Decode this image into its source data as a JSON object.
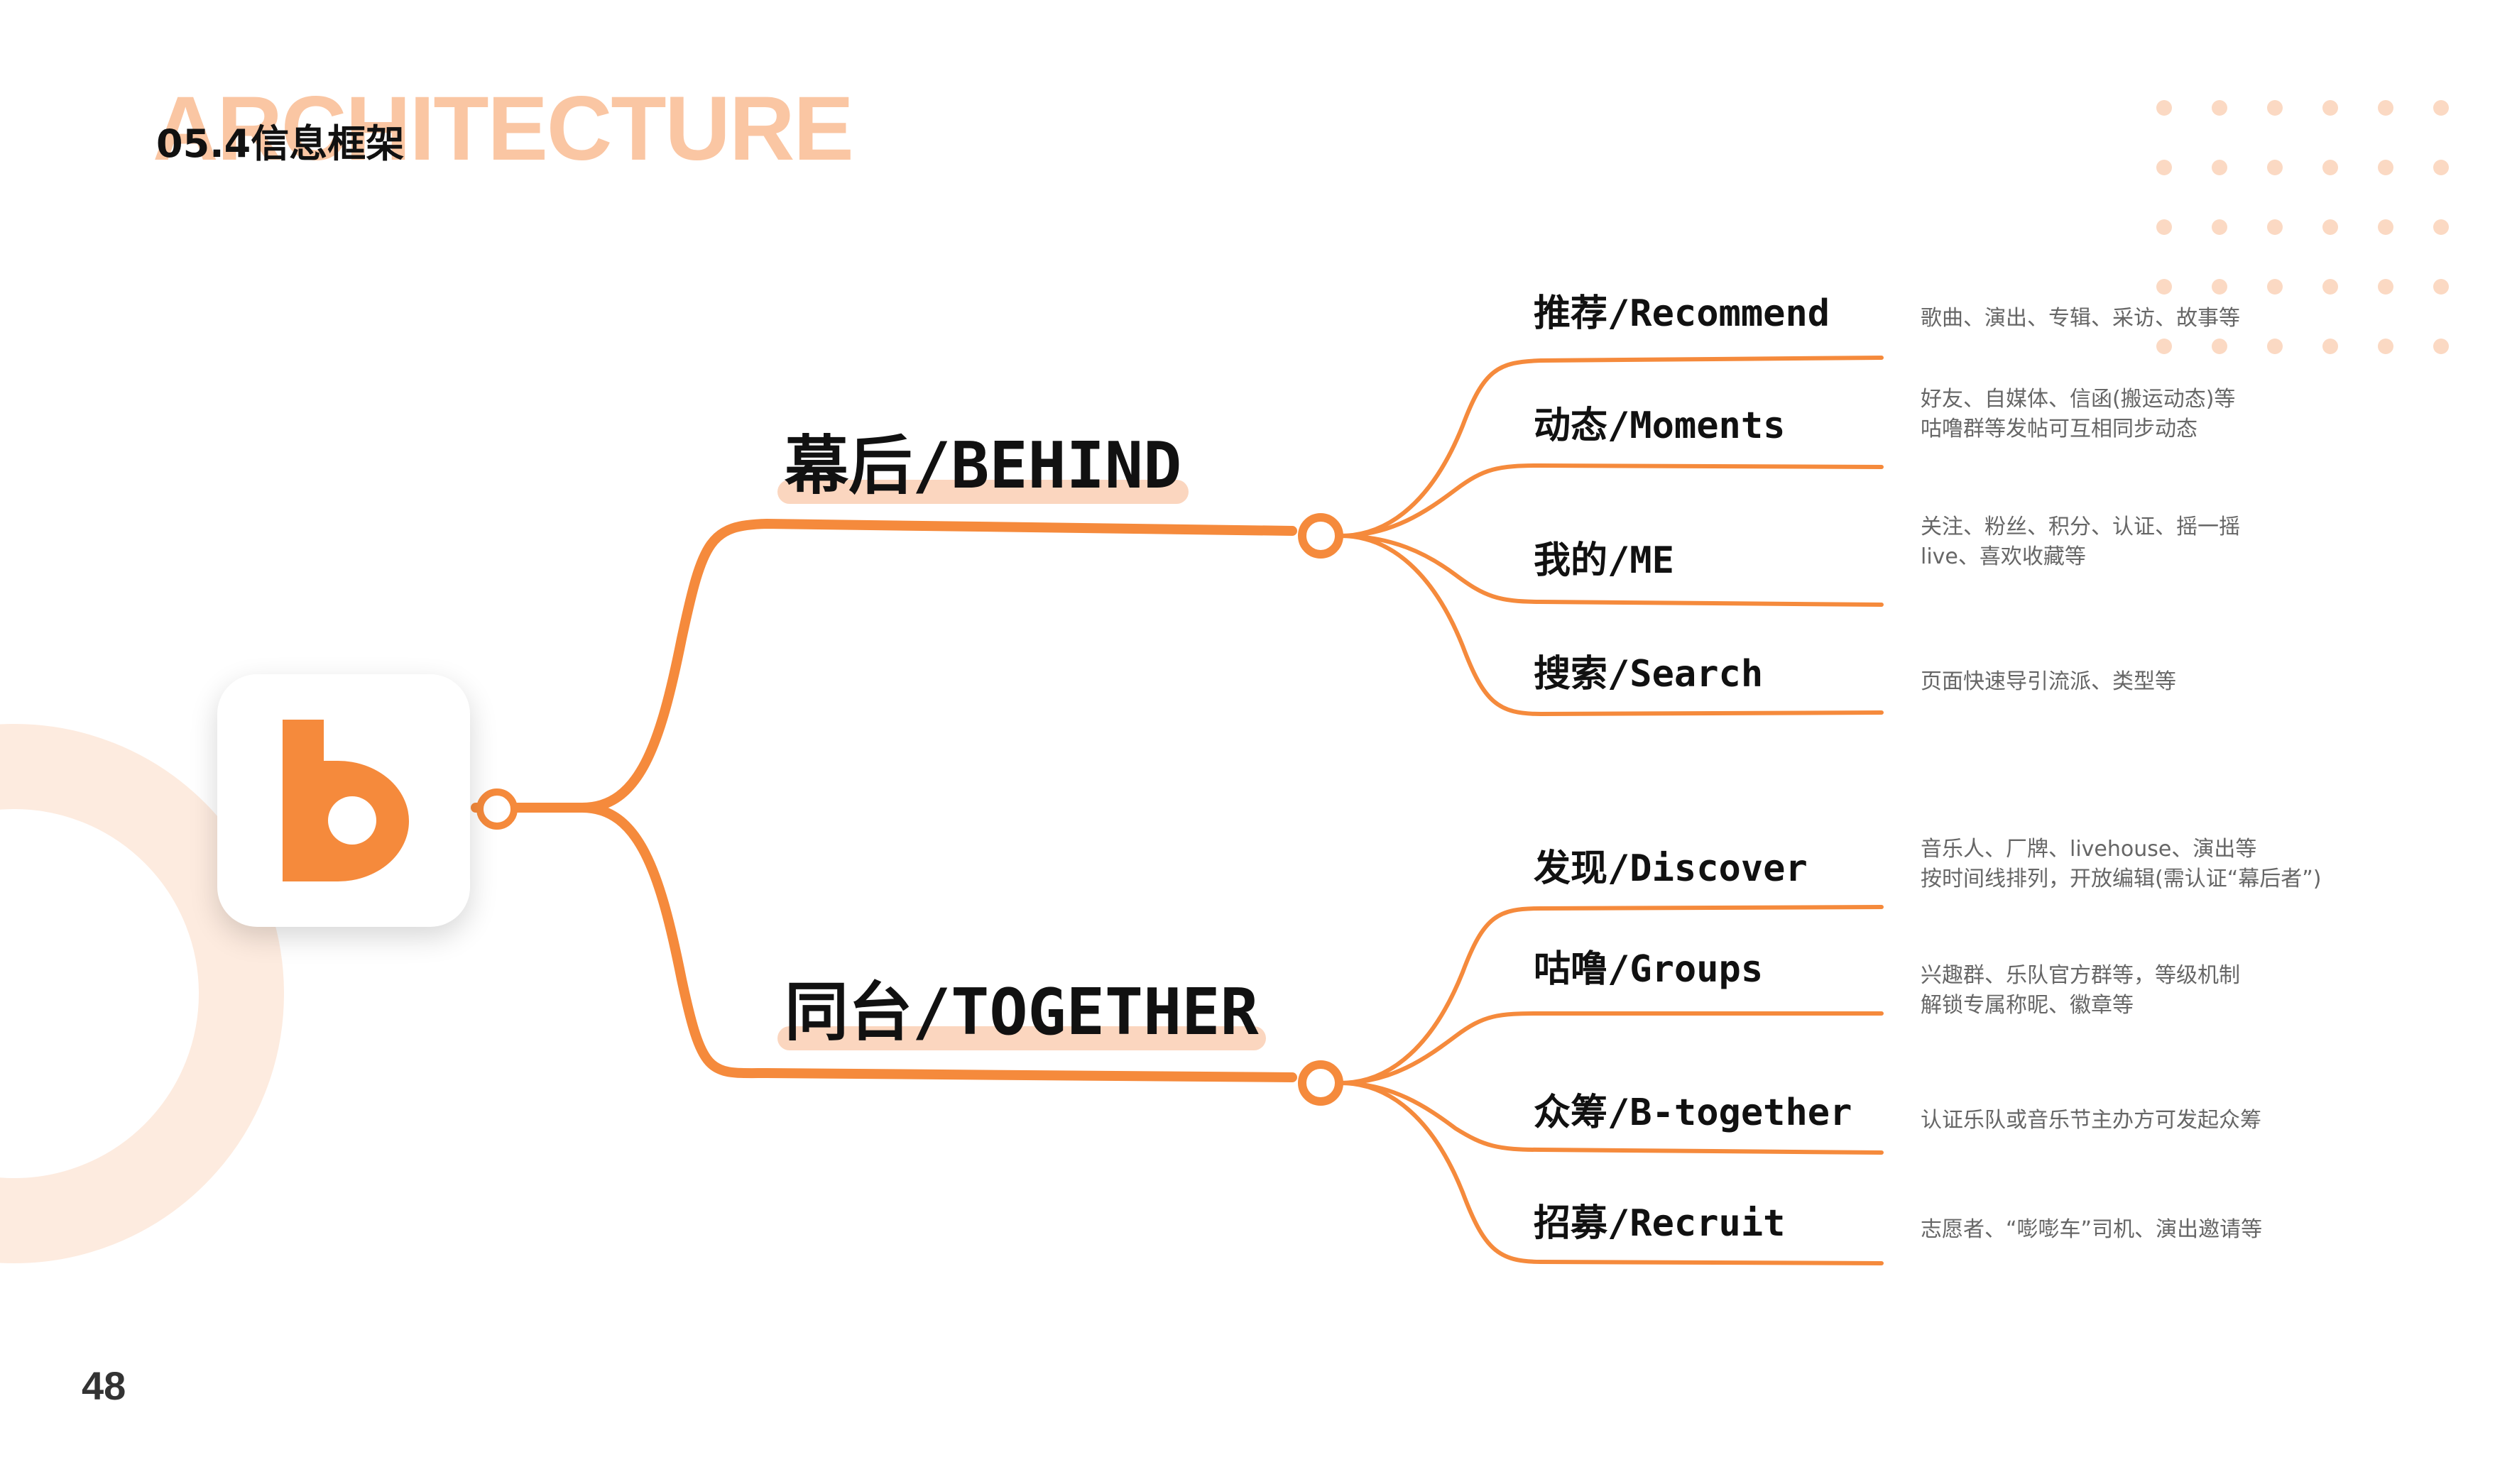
{
  "header": {
    "bg_word": "ARCHITECTURE",
    "title": "05.4信息框架"
  },
  "page_number": "48",
  "colors": {
    "accent": "#F58A3C",
    "accent_light": "#FAC6A3",
    "highlight": "#FBD6BF",
    "dots": "#FBD9C3",
    "ring": "#FDEBDF"
  },
  "logo": {
    "icon": "b-logo-icon"
  },
  "branches": [
    {
      "title": "幕后/BEHIND",
      "children": [
        {
          "label": "推荐/Recommend",
          "desc": [
            "歌曲、演出、专辑、采访、故事等"
          ]
        },
        {
          "label": "动态/Moments",
          "desc": [
            "好友、自媒体、信函(搬运动态)等",
            "咕噜群等发帖可互相同步动态"
          ]
        },
        {
          "label": "我的/ME",
          "desc": [
            "关注、粉丝、积分、认证、摇一摇",
            "live、喜欢收藏等"
          ]
        },
        {
          "label": "搜索/Search",
          "desc": [
            "页面快速导引流派、类型等"
          ]
        }
      ]
    },
    {
      "title": "同台/TOGETHER",
      "children": [
        {
          "label": "发现/Discover",
          "desc": [
            "音乐人、厂牌、livehouse、演出等",
            "按时间线排列，开放编辑(需认证“幕后者”)"
          ]
        },
        {
          "label": "咕噜/Groups",
          "desc": [
            "兴趣群、乐队官方群等，等级机制",
            "解锁专属称昵、徽章等"
          ]
        },
        {
          "label": "众筹/B-together",
          "desc": [
            "认证乐队或音乐节主办方可发起众筹"
          ]
        },
        {
          "label": "招募/Recruit",
          "desc": [
            "志愿者、“嘭嘭车”司机、演出邀请等"
          ]
        }
      ]
    }
  ]
}
